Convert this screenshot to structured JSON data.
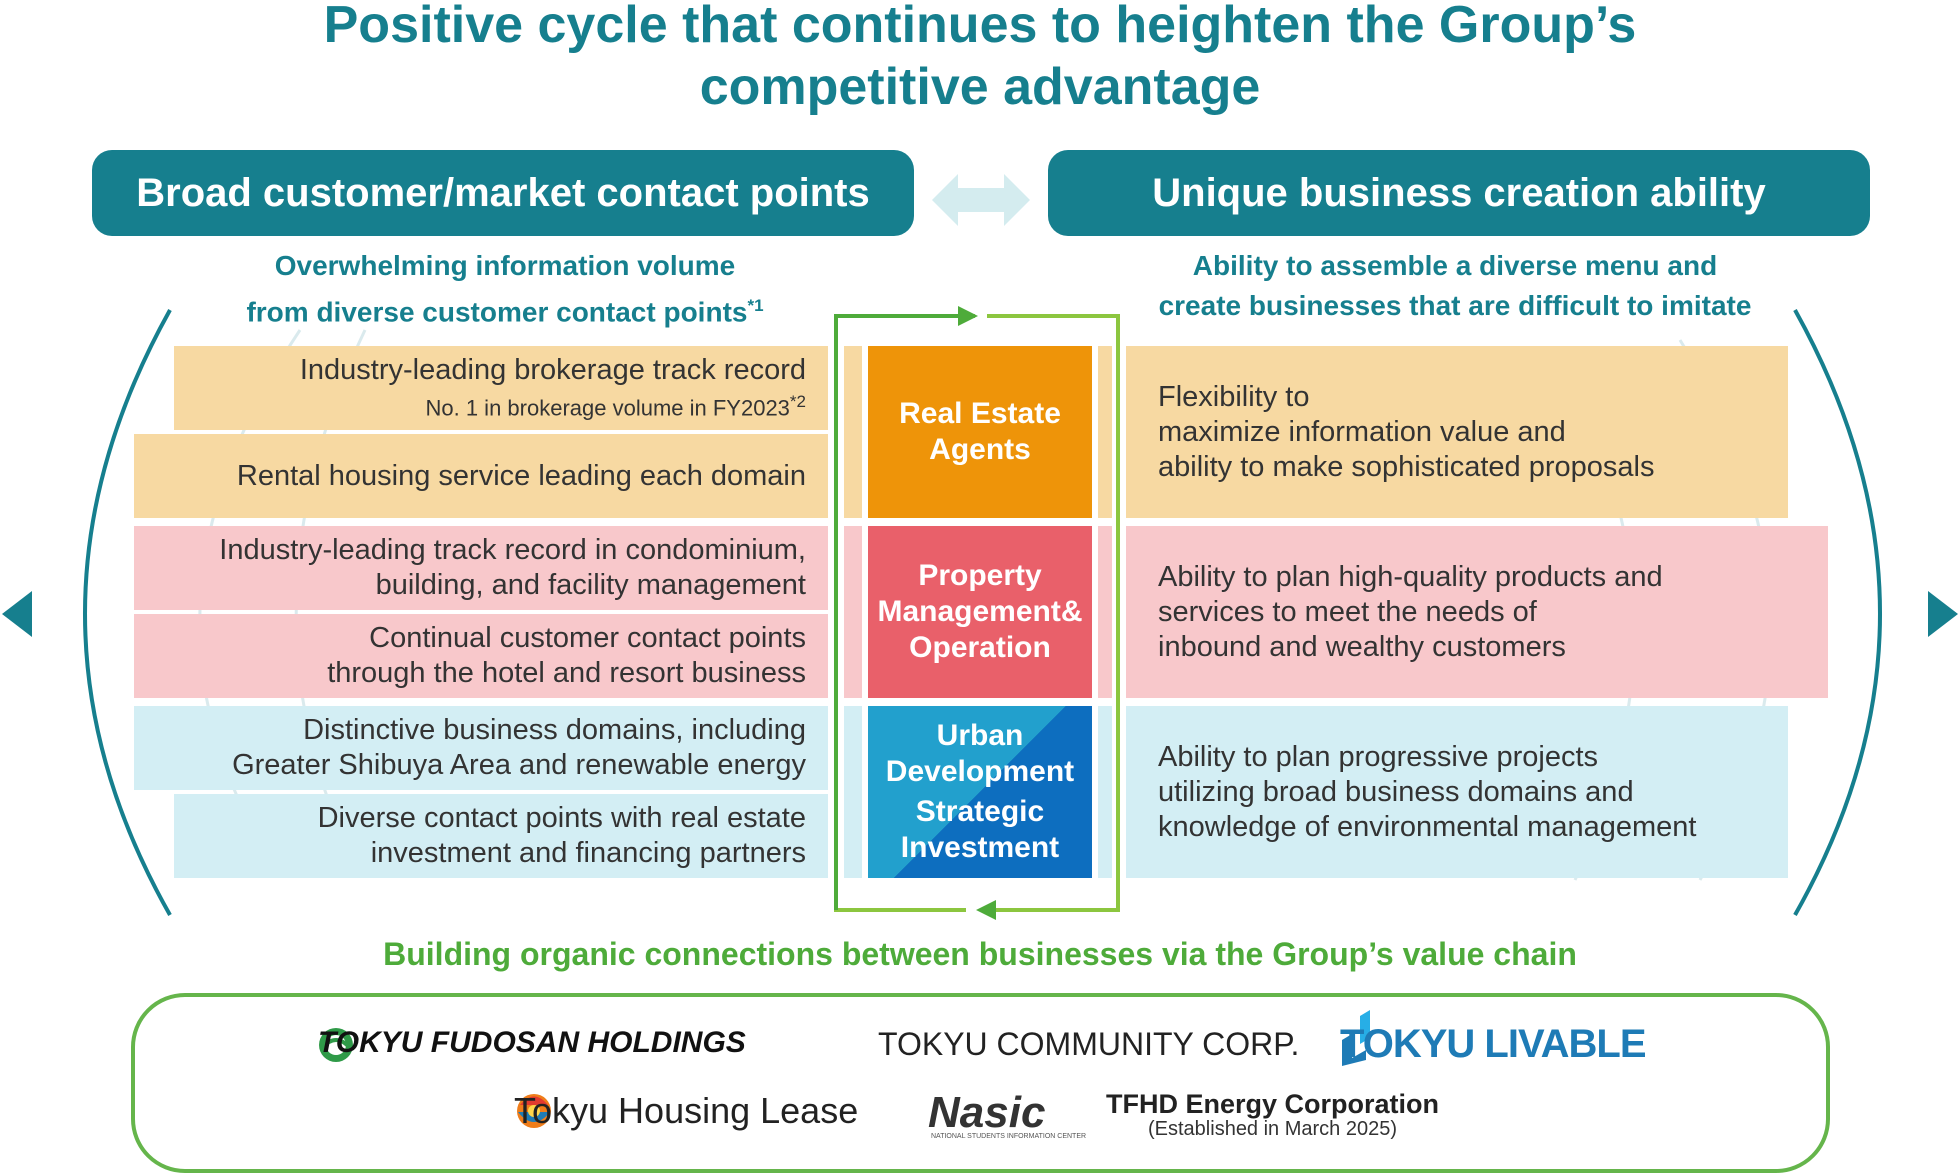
{
  "title": {
    "line1": "Positive cycle that continues to heighten the Group’s",
    "line2": "competitive advantage"
  },
  "left": {
    "banner": "Broad customer/market contact points",
    "subhead_line1": "Overwhelming information volume",
    "subhead_line2": "from diverse customer contact points",
    "subhead_note": "*1",
    "items": [
      {
        "line1": "Industry-leading brokerage track record",
        "sub": "No. 1 in brokerage volume in FY2023",
        "sub_note": "*2"
      },
      {
        "line1": "Rental housing service leading each domain"
      },
      {
        "line1": "Industry-leading track record in condominium,",
        "line2": "building, and facility management"
      },
      {
        "line1": "Continual customer contact points",
        "line2": "through the hotel and resort business"
      },
      {
        "line1": "Distinctive business domains, including",
        "line2": "Greater Shibuya Area and renewable energy"
      },
      {
        "line1": "Diverse contact points with real estate",
        "line2": "investment and financing partners"
      }
    ]
  },
  "right": {
    "banner": "Unique business creation ability",
    "subhead_line1": "Ability to assemble a diverse menu and",
    "subhead_line2": "create businesses that are difficult to imitate",
    "items": [
      {
        "line1": "Flexibility to",
        "line2": "maximize information value and",
        "line3": "ability to make sophisticated proposals"
      },
      {
        "line1": "Ability to plan high-quality products and",
        "line2": "services to meet the needs of",
        "line3": "inbound and wealthy customers"
      },
      {
        "line1": "Ability to plan progressive projects",
        "line2": "utilizing broad business domains and",
        "line3": "knowledge of environmental management"
      }
    ]
  },
  "center": {
    "categories": [
      {
        "line1": "Real Estate",
        "line2": "Agents"
      },
      {
        "line1": "Property",
        "line2": "Management&",
        "line3": "Operation"
      },
      {
        "line1": "Urban",
        "line2": "Development",
        "line3": "Strategic",
        "line4": "Investment"
      }
    ]
  },
  "chain_label": "Building organic connections between businesses via the Group’s value chain",
  "companies": {
    "tfh": "TOKYU FUDOSAN HOLDINGS",
    "tcc": "TOKYU COMMUNITY CORP.",
    "tl": "TOKYU LIVABLE",
    "thl": "Tokyu Housing Lease",
    "nasic": "Nasic",
    "nasic_sub": "NATIONAL STUDENTS INFORMATION CENTER",
    "tfhd": "TFHD Energy Corporation",
    "tfhd_note": "(Established in March 2025)"
  },
  "colors": {
    "teal": "#167f8e",
    "green": "#4eab3a",
    "lime": "#8cc63f",
    "orange_box": "#ee9409",
    "red_box": "#e9606a",
    "blue_box": "#0d6ebf",
    "orange_bar": "#f7d9a2",
    "pink_bar": "#f8c8cb",
    "blue_bar": "#d3eef4"
  }
}
